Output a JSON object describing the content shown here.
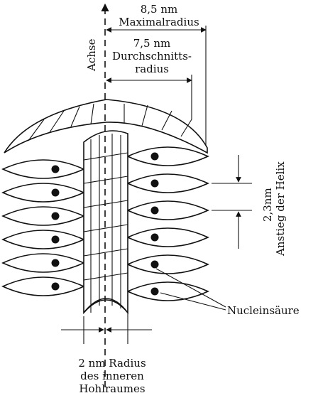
{
  "labels": {
    "axis": "Achse",
    "max_radius_value": "8,5 nm",
    "max_radius_text": "Maximalradius",
    "avg_radius_value": "7,5 nm",
    "avg_radius_text1": "Durchschnitts-",
    "avg_radius_text2": "radius",
    "pitch_value": "2,3nm",
    "pitch_text": "Anstieg der Helix",
    "nucleic_acid": "Nucleinsäure",
    "inner_radius_line1": "2 nm Radius",
    "inner_radius_line2": "des inneren",
    "inner_radius_line3": "Hohlraumes"
  },
  "colors": {
    "ink": "#111111",
    "background": "#ffffff"
  }
}
